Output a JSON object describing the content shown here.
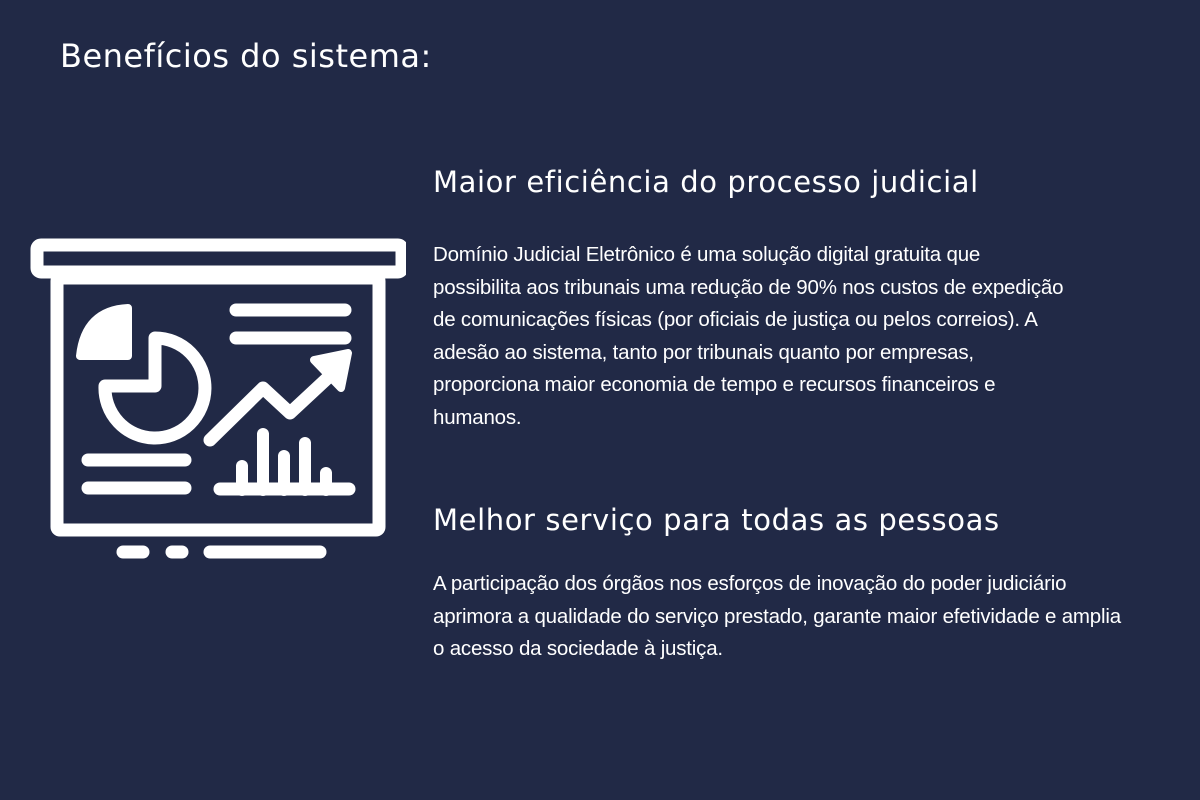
{
  "page": {
    "title": "Benefícios do sistema:"
  },
  "colors": {
    "background": "#212946",
    "foreground": "#ffffff"
  },
  "illustration": {
    "icon": "presentation-board-icon",
    "elements": [
      "pie-chart",
      "text-lines",
      "trend-arrow",
      "bar-chart"
    ]
  },
  "sections": [
    {
      "heading": "Maior eficiência do processo judicial",
      "body": "Domínio Judicial Eletrônico é uma solução digital gratuita que possibilita aos tribunais uma redução de 90% nos custos de expedição de comunicações físicas (por oficiais de justiça ou pelos correios). A adesão ao sistema, tanto por tribunais quanto por empresas, proporciona maior economia de tempo e recursos financeiros e humanos."
    },
    {
      "heading": "Melhor serviço para todas as pessoas",
      "body": "A participação dos órgãos nos esforços de inovação do poder judiciário aprimora a qualidade do serviço prestado, garante maior efetividade e amplia o acesso da sociedade à justiça."
    }
  ]
}
